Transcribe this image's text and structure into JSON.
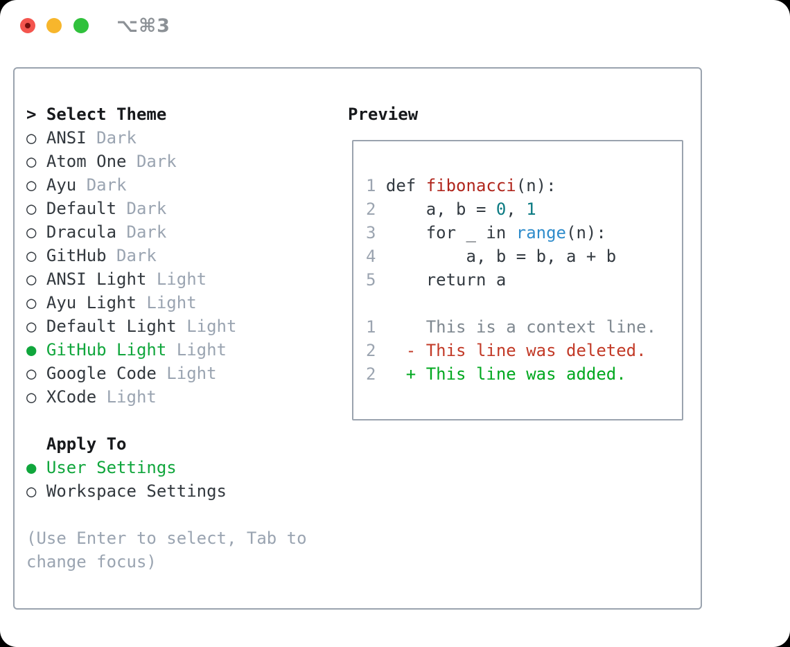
{
  "window": {
    "title": "⌥⌘3",
    "traffic_lights": [
      "close",
      "minimize",
      "zoom"
    ]
  },
  "colors": {
    "header_text": "#17191c",
    "item_text": "#32383e",
    "variant_text": "#9aa4b1",
    "hint_text": "#9aa4b1",
    "selected_green": "#10a63c",
    "panel_border": "#9aa3ae",
    "title_gray": "#8c9196",
    "code_plain": "#333a41",
    "code_function": "#b0261d",
    "code_number": "#0b7a82",
    "code_builtin": "#2f8ccb",
    "diff_context": "#7f8890",
    "diff_deleted": "#c23a27",
    "diff_added": "#00a81f",
    "line_number": "#9ba4b0",
    "light_red": "#f4554e",
    "light_red_dot": "#76100e",
    "light_yellow": "#f7b62c",
    "light_green": "#30c13c"
  },
  "theme_picker": {
    "header_prefix": "> ",
    "header": "Select Theme",
    "marker_unselected": "○ ",
    "marker_selected": "● ",
    "items": [
      {
        "name": "ANSI",
        "variant": "Dark",
        "selected": false
      },
      {
        "name": "Atom One",
        "variant": "Dark",
        "selected": false
      },
      {
        "name": "Ayu",
        "variant": "Dark",
        "selected": false
      },
      {
        "name": "Default",
        "variant": "Dark",
        "selected": false
      },
      {
        "name": "Dracula",
        "variant": "Dark",
        "selected": false
      },
      {
        "name": "GitHub",
        "variant": "Dark",
        "selected": false
      },
      {
        "name": "ANSI Light",
        "variant": "Light",
        "selected": false
      },
      {
        "name": "Ayu Light",
        "variant": "Light",
        "selected": false
      },
      {
        "name": "Default Light",
        "variant": "Light",
        "selected": false
      },
      {
        "name": "GitHub Light",
        "variant": "Light",
        "selected": true
      },
      {
        "name": "Google Code",
        "variant": "Light",
        "selected": false
      },
      {
        "name": "XCode",
        "variant": "Light",
        "selected": false
      }
    ]
  },
  "apply_to": {
    "header": "Apply To",
    "options": [
      {
        "label": "User Settings",
        "selected": true
      },
      {
        "label": "Workspace Settings",
        "selected": false
      }
    ]
  },
  "hint": {
    "line1": "(Use Enter to select, Tab to",
    "line2": "change focus)"
  },
  "preview": {
    "header": "Preview",
    "code_lines": [
      {
        "num": "1",
        "segments": [
          {
            "text": " def ",
            "style": "plain"
          },
          {
            "text": "fibonacci",
            "style": "function"
          },
          {
            "text": "(n):",
            "style": "plain"
          }
        ]
      },
      {
        "num": "2",
        "segments": [
          {
            "text": "     a, b = ",
            "style": "plain"
          },
          {
            "text": "0",
            "style": "number"
          },
          {
            "text": ", ",
            "style": "plain"
          },
          {
            "text": "1",
            "style": "number"
          }
        ]
      },
      {
        "num": "3",
        "segments": [
          {
            "text": "     for _ in ",
            "style": "plain"
          },
          {
            "text": "range",
            "style": "builtin"
          },
          {
            "text": "(n):",
            "style": "plain"
          }
        ]
      },
      {
        "num": "4",
        "segments": [
          {
            "text": "         a, b = b, a + b",
            "style": "plain"
          }
        ]
      },
      {
        "num": "5",
        "segments": [
          {
            "text": "     return a",
            "style": "plain"
          }
        ]
      }
    ],
    "diff_lines": [
      {
        "num": "1",
        "segments": [
          {
            "text": "     This is a context line.",
            "style": "context"
          }
        ]
      },
      {
        "num": "2",
        "segments": [
          {
            "text": "   - This line was deleted.",
            "style": "deleted"
          }
        ]
      },
      {
        "num": "2",
        "segments": [
          {
            "text": "   + This line was added.",
            "style": "added"
          }
        ]
      }
    ]
  }
}
